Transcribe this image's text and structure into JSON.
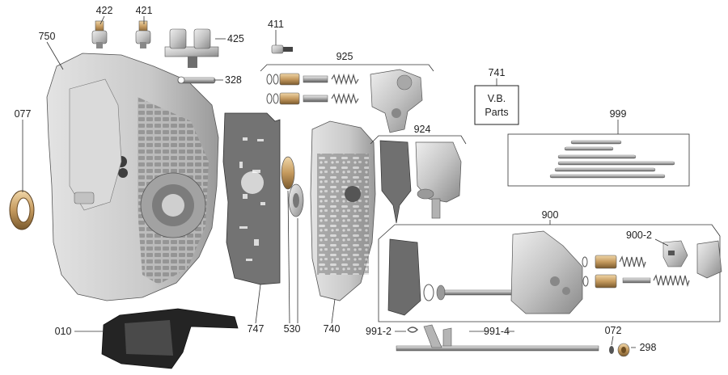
{
  "diagram": {
    "callouts": {
      "c422": "422",
      "c421": "421",
      "c750": "750",
      "c411": "411",
      "c425": "425",
      "c925": "925",
      "c328": "328",
      "c741": "741",
      "c077": "077",
      "c999": "999",
      "c924": "924",
      "c900": "900",
      "c900_2": "900-2",
      "c010": "010",
      "c747": "747",
      "c530": "530",
      "c740": "740",
      "c991_2": "991-2",
      "c991_4": "991-4",
      "c072": "072",
      "c298": "298"
    },
    "vb_box": {
      "line1": "V.B.",
      "line2": "Parts"
    },
    "colors": {
      "metal_light": "#d9d9d9",
      "metal_mid": "#b5b5b5",
      "metal_dark": "#6e6e6e",
      "plate_dark": "#6a6a6a",
      "shadow": "#3a3a3a",
      "copper": "#b98a4a"
    }
  }
}
